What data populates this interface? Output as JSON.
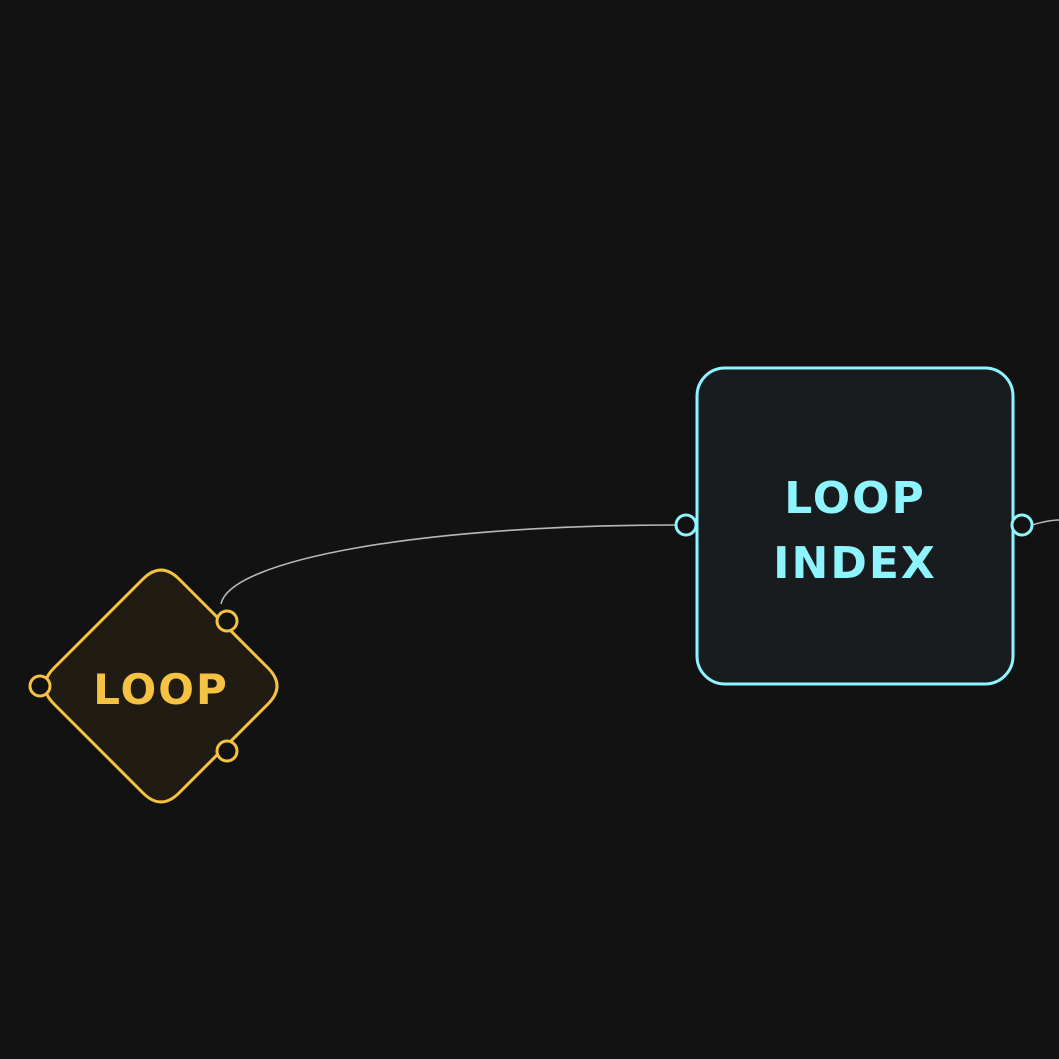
{
  "nodes": {
    "loop": {
      "label": "LOOP",
      "color": "#f5c242",
      "fill": "#201c14"
    },
    "loop_index": {
      "label_line1": "LOOP",
      "label_line2": "INDEX",
      "color": "#8ef4ff",
      "fill": "#181c1e"
    }
  },
  "edge_color": "#b8b8b8",
  "background": "#121212"
}
